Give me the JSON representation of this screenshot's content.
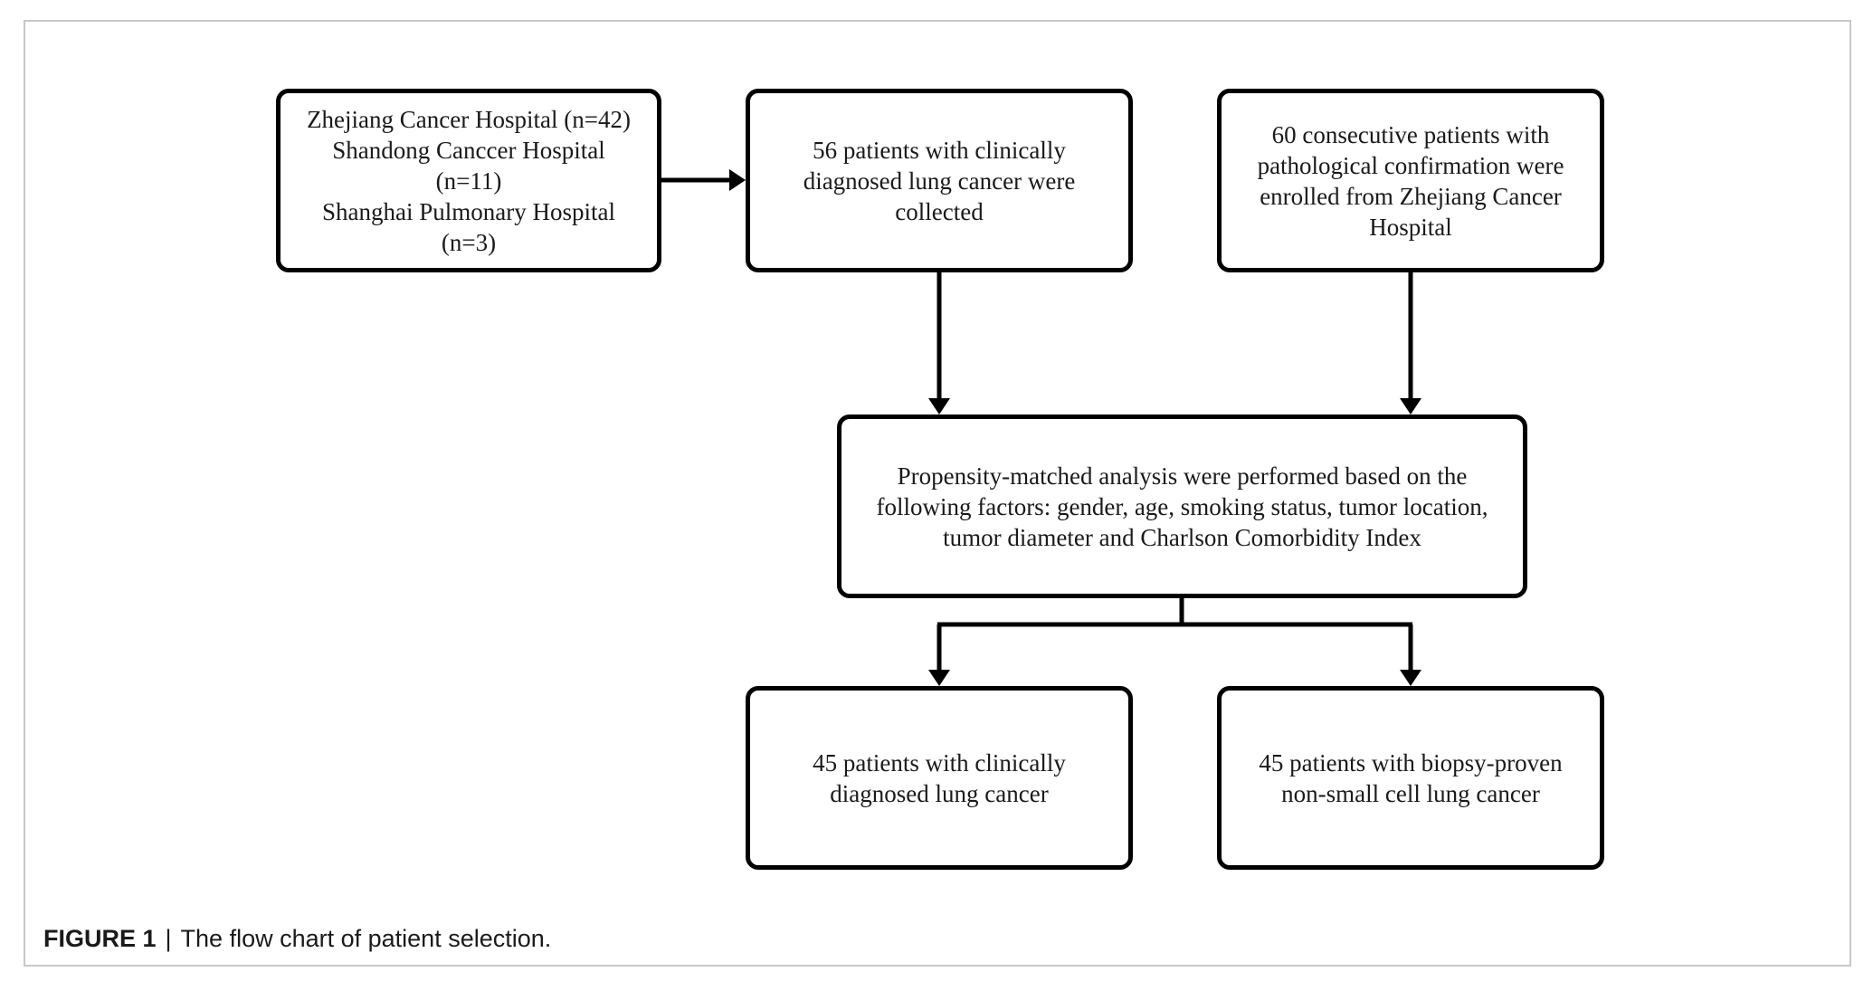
{
  "flowchart": {
    "source_box": {
      "lines": [
        "Zhejiang Cancer Hospital (n=42)",
        "Shandong Canccer Hospital (n=11)",
        "Shanghai Pulmonary Hospital (n=3)"
      ]
    },
    "clinical_box": {
      "lines": [
        "56 patients with clinically",
        "diagnosed lung cancer were",
        "collected"
      ]
    },
    "pathology_box": {
      "lines": [
        "60 consecutive patients with",
        "pathological confirmation were",
        "enrolled from Zhejiang Cancer",
        "Hospital"
      ]
    },
    "propensity_box": {
      "lines": [
        "Propensity-matched analysis were performed based on the",
        "following factors: gender, age, smoking status, tumor location,",
        "tumor diameter and Charlson Comorbidity Index"
      ]
    },
    "result_clinical_box": {
      "lines": [
        "45 patients with clinically",
        "diagnosed lung cancer"
      ]
    },
    "result_pathology_box": {
      "lines": [
        "45 patients with biopsy-proven",
        "non-small cell lung cancer"
      ]
    }
  },
  "caption": {
    "label": "FIGURE 1",
    "separator": "|",
    "text": "The flow chart of patient selection."
  },
  "colors": {
    "box_border": "#000000",
    "text": "#1a1a1a",
    "frame_border": "#c8c8c8"
  }
}
